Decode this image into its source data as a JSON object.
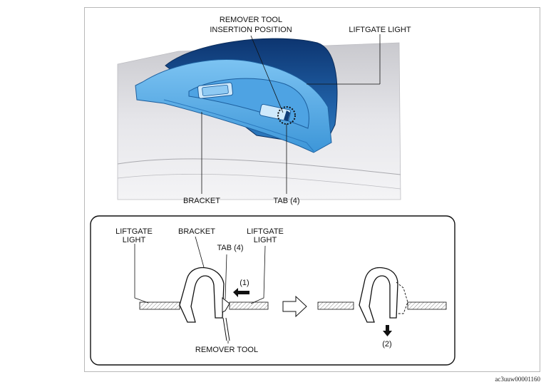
{
  "top_view": {
    "label_remover_line1": "REMOVER TOOL",
    "label_remover_line2": "INSERTION POSITION",
    "label_liftgate_light": "LIFTGATE LIGHT",
    "label_bracket": "BRACKET",
    "label_tab": "TAB (4)"
  },
  "detail": {
    "label_liftgate_left_1": "LIFTGATE",
    "label_liftgate_left_2": "LIGHT",
    "label_bracket": "BRACKET",
    "label_liftgate_right_1": "LIFTGATE",
    "label_liftgate_right_2": "LIGHT",
    "label_tab": "TAB (4)",
    "step1": "(1)",
    "step2": "(2)",
    "label_remover_tool": "REMOVER TOOL"
  },
  "doc_id": "ac3uuw00001160",
  "colors": {
    "lamp_lens": "#2f7fc4",
    "lamp_dark": "#0f3d78",
    "bracket_blue": "#5fb0ea",
    "body_panel": "#d8d8dc"
  }
}
